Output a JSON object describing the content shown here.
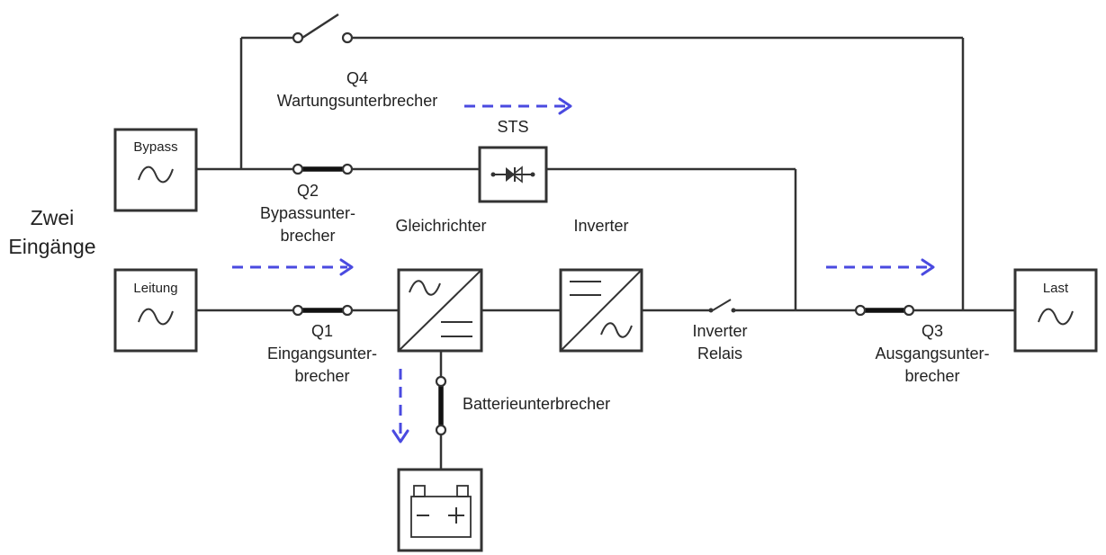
{
  "labels": {
    "inputs_title_1": "Zwei",
    "inputs_title_2": "Eingänge",
    "bypass": "Bypass",
    "leitung": "Leitung",
    "last": "Last",
    "q4": "Q4",
    "q4_name": "Wartungsunterbrecher",
    "sts": "STS",
    "q2": "Q2",
    "q2_name_1": "Bypassunter-",
    "q2_name_2": "brecher",
    "gleichrichter": "Gleichrichter",
    "inverter": "Inverter",
    "q1": "Q1",
    "q1_name_1": "Eingangsunter-",
    "q1_name_2": "brecher",
    "inverter_relais_1": "Inverter",
    "inverter_relais_2": "Relais",
    "q3": "Q3",
    "q3_name_1": "Ausgangsunter-",
    "q3_name_2": "brecher",
    "batterieunterbrecher": "Batterieunterbrecher"
  },
  "colors": {
    "title": "#cc2222",
    "flow_arrow": "#4a4ae0",
    "line": "#333333"
  }
}
